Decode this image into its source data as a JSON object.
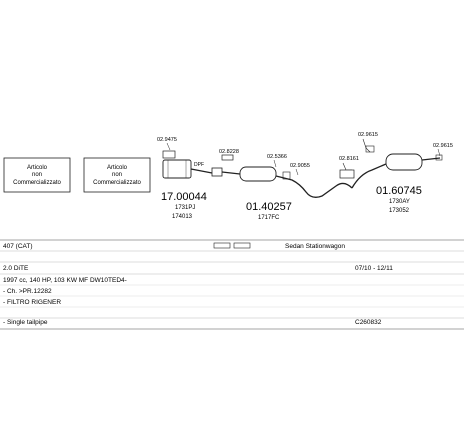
{
  "parts": {
    "a": {
      "label_line1": "Articolo",
      "label_line2": "non",
      "label_line3": "Commercializzato"
    },
    "b": {
      "label_line1": "Articolo",
      "label_line2": "non",
      "label_line3": "Commercializzato"
    },
    "p1": {
      "number": "17.00044",
      "sub1": "1731PJ",
      "sub2": "174013",
      "tag": "DPF"
    },
    "p2": {
      "number": "01.40257",
      "sub1": "1717FC"
    },
    "p3": {
      "number": "01.60745",
      "sub1": "1730AY",
      "sub2": "173052"
    }
  },
  "callouts": {
    "c1": "02.9475",
    "c2": "02.8228",
    "c3": "02.5366",
    "c4": "02.9055",
    "c5": "02.8161",
    "c6": "02.9615",
    "c7": "02.9615"
  },
  "table": {
    "model": "407 (CAT)",
    "body_type": "Sedan Stationwagon",
    "engine": "2.0 DiTE",
    "years": "07/10 - 12/11",
    "specs": "1997 cc, 140 HP, 103 KW MF DW10TED4-",
    "chassis": "- Ch. >PR.12282",
    "filter": "- FILTRO RIGENER",
    "pipe": "- Single tailpipe",
    "code": "C260832"
  }
}
